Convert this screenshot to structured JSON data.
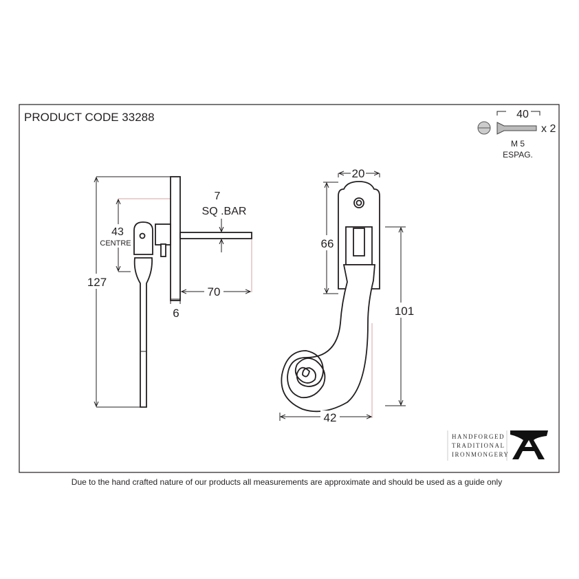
{
  "header": {
    "product_code": "PRODUCT CODE 33288"
  },
  "screw": {
    "length": "40",
    "quantity": "x 2",
    "size": "M 5",
    "type": "ESPAG."
  },
  "side_view": {
    "overall_height": "127",
    "centre_distance": "43",
    "centre_label": "CENTRE",
    "bar_size": "7",
    "bar_label": "SQ .BAR",
    "plate_thickness": "6",
    "bar_length": "70"
  },
  "front_view": {
    "plate_width": "20",
    "plate_height": "66",
    "handle_height": "101",
    "handle_width": "42"
  },
  "logo": {
    "line1": "HANDFORGED",
    "line2": "TRADITIONAL",
    "line3": "IRONMONGERY",
    "mark": "A"
  },
  "footer": {
    "disclaimer": "Due to the hand crafted nature of our products all measurements are approximate and should be used as a guide only"
  }
}
